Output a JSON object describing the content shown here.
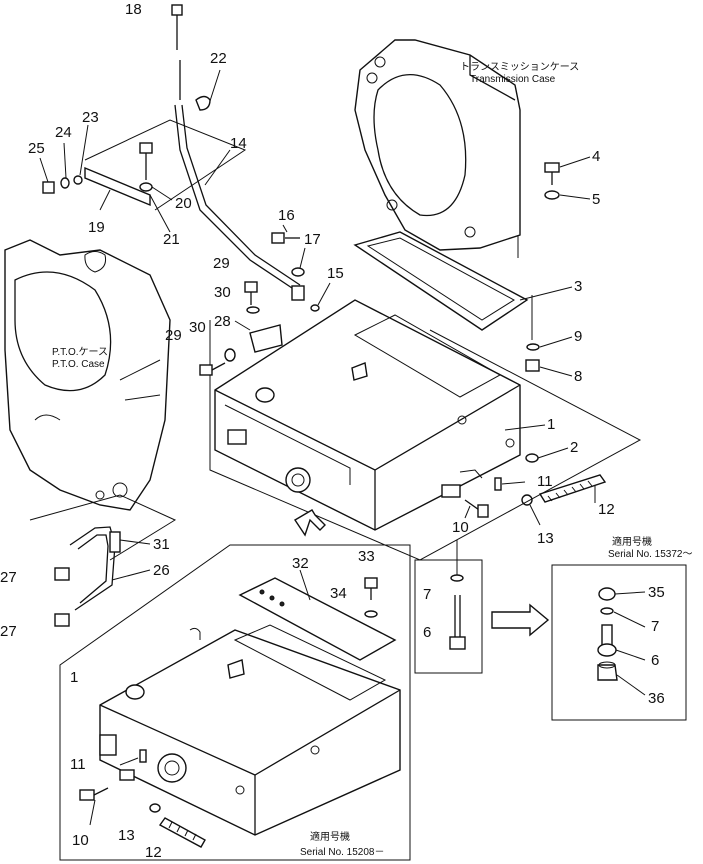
{
  "labels": {
    "transmission_case_jp": "トランスミッションケース",
    "transmission_case_en": "Transmission Case",
    "pto_case_jp": "P.T.O.ケース",
    "pto_case_en": "P.T.O. Case",
    "serial_top_jp": "適用号機",
    "serial_top_en": "Serial No. 15372～",
    "serial_bottom_jp": "適用号機",
    "serial_bottom_en": "Serial No. 15208－"
  },
  "callouts": [
    "18",
    "22",
    "14",
    "23",
    "24",
    "25",
    "20",
    "19",
    "21",
    "16",
    "17",
    "29",
    "30",
    "28",
    "29",
    "30",
    "15",
    "4",
    "5",
    "3",
    "9",
    "8",
    "1",
    "2",
    "11",
    "10",
    "12",
    "13",
    "31",
    "26",
    "27",
    "27",
    "32",
    "33",
    "34",
    "7",
    "6",
    "35",
    "7",
    "6",
    "36",
    "1",
    "11",
    "10",
    "13",
    "12"
  ]
}
